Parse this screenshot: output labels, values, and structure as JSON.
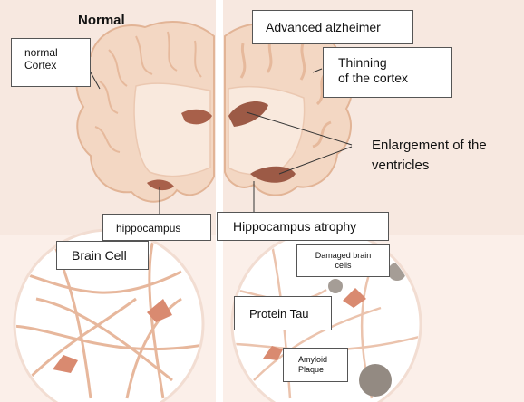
{
  "left_panel": {
    "title": "Normal",
    "cortex_label": "normal\nCortex",
    "hippocampus_label": "hippocampus",
    "cell_label": "Brain Cell"
  },
  "right_panel": {
    "title": "Advanced alzheimer",
    "cortex_label": "Thinning\nof the cortex",
    "ventricles_label": "Enlargement of the\n ventricles",
    "hippocampus_label": "Hippocampus atrophy",
    "damaged_label": "Damaged brain\ncells",
    "tau_label": "Protein Tau",
    "plaque_label": "Amyloid\nPlaque"
  },
  "colors": {
    "background_tint": "#f6e6de",
    "brain_fill": "#f4d9c6",
    "brain_outline": "#e6b99c",
    "ventricle": "#9c5a46",
    "neuron": "#d9826a",
    "neuron_fiber": "#e8b9a0",
    "plaque": "#8f8880",
    "divider": "#ffffff"
  }
}
